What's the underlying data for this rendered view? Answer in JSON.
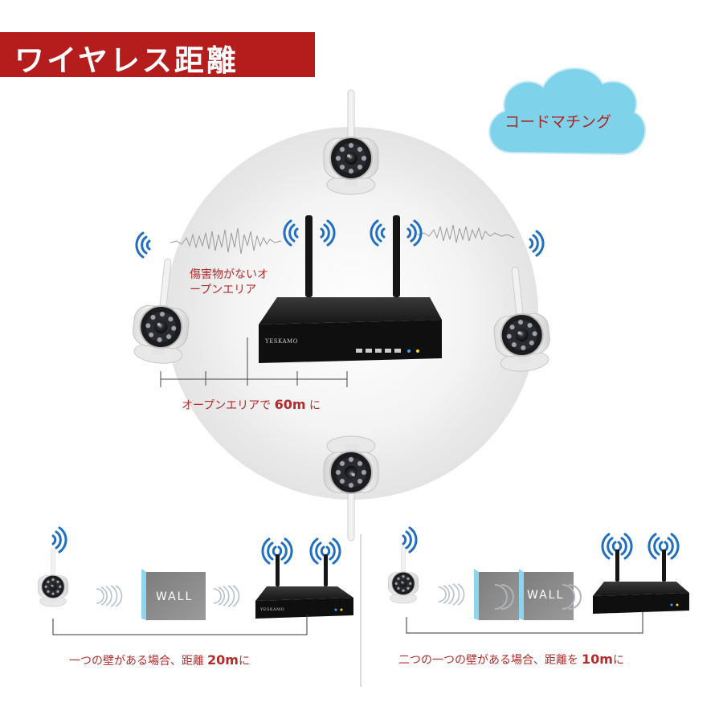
{
  "title": "ワイヤレス距離",
  "cloud_label": "コードマチング",
  "obstacle_free_label_line1": "傷害物がないオ",
  "obstacle_free_label_line2": "ープンエリア",
  "open_area_range": {
    "prefix": "オープンエリアで",
    "value": "60m",
    "suffix": "に"
  },
  "one_wall_range": {
    "prefix": "一つの壁がある場合、距離",
    "value": "20m",
    "suffix": "に"
  },
  "two_wall_range": {
    "prefix": "二つの一つの壁がある場合、距離を",
    "value": "10m",
    "suffix": "に"
  },
  "nvr_brand": "YESKAMO",
  "wall_label": "WALL",
  "colors": {
    "banner": "#b51c1c",
    "text_red": "#b52a2a",
    "cloud": "#7ed2ea",
    "wall_side": "#8fd4ee",
    "wall_face": "#8a8a8a",
    "wifi": "#1f6fc2",
    "nvr": "#1c1c1c"
  },
  "icons": [
    "wifi-signal-icon",
    "cloud-icon",
    "camera-icon",
    "nvr-icon",
    "wall-icon"
  ]
}
